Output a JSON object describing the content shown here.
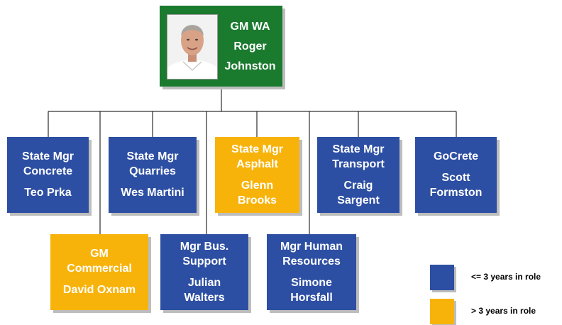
{
  "colors": {
    "short_tenure": "#2d4fa3",
    "long_tenure": "#f8b30b",
    "head": "#1a7a2e",
    "line": "#000000"
  },
  "head": {
    "title": "GM WA",
    "name_first": "Roger",
    "name_last": "Johnston",
    "photo": "portrait-photo"
  },
  "top_row": [
    {
      "lines": [
        "State Mgr",
        "Concrete"
      ],
      "names": [
        "Teo Prka"
      ],
      "tenure": "short"
    },
    {
      "lines": [
        "State Mgr",
        "Quarries"
      ],
      "names": [
        "Wes Martini"
      ],
      "tenure": "short"
    },
    {
      "lines": [
        "State Mgr",
        "Asphalt"
      ],
      "names": [
        "Glenn",
        "Brooks"
      ],
      "tenure": "long"
    },
    {
      "lines": [
        "State Mgr",
        "Transport"
      ],
      "names": [
        "Craig",
        "Sargent"
      ],
      "tenure": "short"
    },
    {
      "lines": [
        "GoCrete"
      ],
      "names": [
        "Scott",
        "Formston"
      ],
      "tenure": "short"
    }
  ],
  "bottom_row": [
    {
      "lines": [
        "GM",
        "Commercial"
      ],
      "names": [
        "David Oxnam"
      ],
      "tenure": "long"
    },
    {
      "lines": [
        "Mgr Bus.",
        "Support"
      ],
      "names": [
        "Julian",
        "Walters"
      ],
      "tenure": "short"
    },
    {
      "lines": [
        "Mgr Human",
        "Resources"
      ],
      "names": [
        "Simone",
        "Horsfall"
      ],
      "tenure": "short"
    }
  ],
  "legend": [
    {
      "label": "<= 3 years in role",
      "tenure": "short"
    },
    {
      "label": "> 3 years in role",
      "tenure": "long"
    }
  ]
}
